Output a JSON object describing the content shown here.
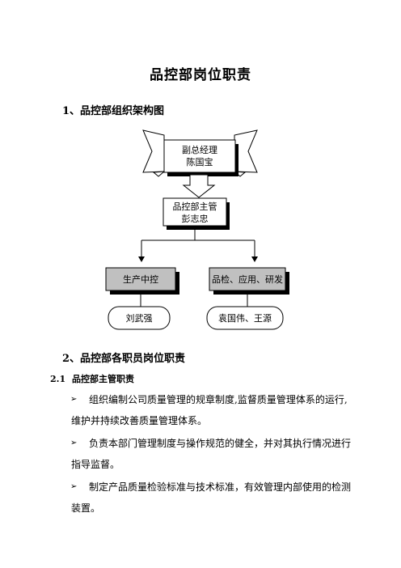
{
  "document": {
    "title": "品控部岗位职责",
    "section1": {
      "heading": "1、品控部组织架构图"
    },
    "org_chart": {
      "top": {
        "line1": "副总经理",
        "line2": "陈国宝"
      },
      "manager": {
        "line1": "品控部主管",
        "line2": "彭志忠"
      },
      "left_dept": "生产中控",
      "right_dept": "品检、应用、研发",
      "left_staff": "刘武强",
      "right_staff": "袁国伟、王源"
    },
    "section2": {
      "heading": "2、品控部各职员岗位职责",
      "sub_number": "2.1",
      "sub_heading": "品控部主管职责",
      "bullet_icon": "arrow-bullet-icon",
      "bullets": [
        {
          "line1": "组织编制公司质量管理的规章制度,监督质量管理体系的运行,",
          "line2": "维护并持续改善质量管理体系。"
        },
        {
          "line1": "负责本部门管理制度与操作规范的健全，并对其执行情况进行",
          "line2": "指导监督。"
        },
        {
          "line1": "制定产品质量检验标准与技术标准，有效管理内部使用的检测",
          "line2": "装置。"
        }
      ]
    }
  }
}
